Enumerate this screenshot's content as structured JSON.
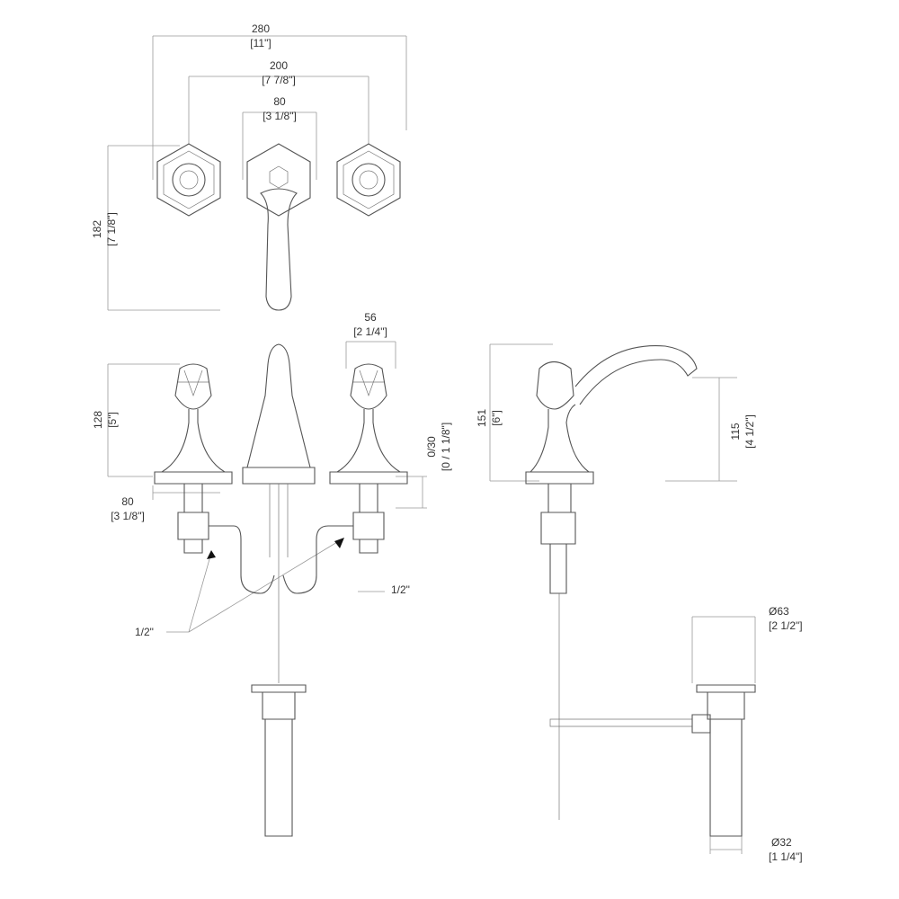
{
  "top_view": {
    "overall_width": {
      "mm": "280",
      "in": "[11\"]"
    },
    "handle_spacing": {
      "mm": "200",
      "in": "[7 7/8\"]"
    },
    "spout_width": {
      "mm": "80",
      "in": "[3 1/8\"]"
    },
    "plate_height": {
      "mm": "182",
      "in": "[7 1/8\"]"
    }
  },
  "front_view": {
    "handle_width": {
      "mm": "56",
      "in": "[2 1/4\"]"
    },
    "handle_height": {
      "mm": "128",
      "in": "[5\"]"
    },
    "deck_thickness": {
      "mm": "0/30",
      "in": "[0 / 1 1/8\"]"
    },
    "shank_width": {
      "mm": "80",
      "in": "[3 1/8\"]"
    },
    "connection_right": "1/2\"",
    "connection_left": "1/2\""
  },
  "side_view": {
    "spout_height": {
      "mm": "151",
      "in": "[6\"]"
    },
    "outlet_height": {
      "mm": "115",
      "in": "[4 1/2\"]"
    },
    "drain_flange": {
      "mm": "Ø63",
      "in": "[2 1/2\"]"
    },
    "drain_pipe": {
      "mm": "Ø32",
      "in": "[1 1/4\"]"
    }
  }
}
